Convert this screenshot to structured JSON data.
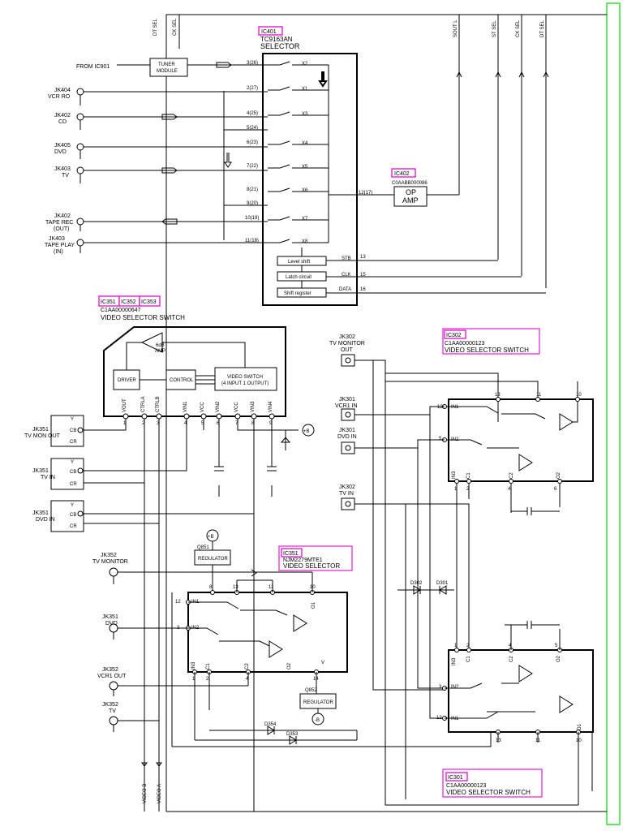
{
  "colors": {
    "ic_label_border": "#e020d0",
    "right_border": "#33dd33",
    "wire": "#000000"
  },
  "top_signals": [
    "DT SEL",
    "CK SEL",
    "SOUT L",
    "ST SEL",
    "CK SEL",
    "DT SEL"
  ],
  "ic401": {
    "ref": "IC401",
    "part": "TC9163AN",
    "name": "SELECTOR"
  },
  "ic402": {
    "ref": "IC402",
    "part": "C0AABB000086",
    "amp_line1": "OP",
    "amp_line2": "AMP"
  },
  "tuner": {
    "line1": "TUNER",
    "line2": "MODULE",
    "from": "FROM IC901"
  },
  "top_jacks": [
    {
      "ref": "JK404",
      "name": "VCR RO"
    },
    {
      "ref": "JK402",
      "name": "CD"
    },
    {
      "ref": "JK405",
      "name": "DVD"
    },
    {
      "ref": "JK403",
      "name": "TV"
    },
    {
      "ref": "JK402",
      "name": "TAPE REC",
      "sub": "(OUT)"
    },
    {
      "ref": "JK403",
      "name": "TAPE PLAY",
      "sub": "(IN)"
    }
  ],
  "ic401_pins": [
    "3(26)",
    "2(27)",
    "4(25)",
    "5(24)",
    "6(23)",
    "7(22)",
    "8(21)",
    "9(20)",
    "10(19)",
    "11(18)"
  ],
  "ic401_switches": [
    "X2",
    "X1",
    "X3",
    "X4",
    "X5",
    "X6",
    "X7",
    "X8"
  ],
  "ic401_out_pin": "12(17)",
  "ic401_blocks": [
    "Level shift",
    "Latch circuit",
    "Shift register"
  ],
  "ic401_ctrl": [
    {
      "name": "STB",
      "pin": "13"
    },
    {
      "name": "CLK",
      "pin": "15"
    },
    {
      "name": "DATA",
      "pin": "16"
    }
  ],
  "ic35x": {
    "refs": [
      "IC351",
      "IC352",
      "IC353"
    ],
    "part": "C1AA00000647",
    "name": "VIDEO SELECTOR SWITCH"
  },
  "ic35x_blocks": {
    "driver": "DRIVER",
    "control": "CONTROL",
    "amp1": "6dB",
    "amp2": "AMP",
    "sw1": "VIDEO SWITCH",
    "sw2": "(4 INPUT 1 OUTPUT)"
  },
  "ic35x_pin_names": [
    "VOUT",
    "CTRLA",
    "CTRLB",
    "VIN1",
    "VCC",
    "VIN2",
    "VCC",
    "VIN3",
    "VIN4"
  ],
  "ic35x_pin_nums": [
    "1",
    "2",
    "3",
    "4",
    "5",
    "6",
    "7",
    "8",
    "9"
  ],
  "plus_b": "+B",
  "minus_b": "-B",
  "left_jacks": [
    {
      "ref": "JK351",
      "name": "TV MON OUT"
    },
    {
      "ref": "JK351",
      "name": "TV IN"
    },
    {
      "ref": "JK351",
      "name": "DVD IN"
    }
  ],
  "ycbcr": [
    "Y",
    "CB",
    "CR"
  ],
  "ic302": {
    "ref": "IC302",
    "part": "C1AA00000123",
    "name": "VIDEO SELECTOR SWITCH"
  },
  "ic301": {
    "ref": "IC301",
    "part": "C1AA00000123",
    "name": "VIDEO SELECTOR SWITCH"
  },
  "ic351b": {
    "ref": "IC351",
    "part": "NJM2279MTE1",
    "name": "VIDEO SELECTOR"
  },
  "right_jacks": [
    {
      "ref": "JK302",
      "name": "TV MONITOR",
      "sub": "OUT"
    },
    {
      "ref": "JK301",
      "name": "VCR1 IN"
    },
    {
      "ref": "JK301",
      "name": "DVD IN"
    },
    {
      "ref": "JK302",
      "name": "TV IN"
    }
  ],
  "bottom_jacks": [
    {
      "ref": "JK352",
      "name": "TV MONITOR"
    },
    {
      "ref": "JK351",
      "name": "DVD"
    },
    {
      "ref": "JK352",
      "name": "VCR1 OUT"
    },
    {
      "ref": "JK352",
      "name": "TV"
    }
  ],
  "regulators": [
    {
      "ref": "Q851",
      "name": "REGULATOR"
    },
    {
      "ref": "Q852",
      "name": "REGULATOR"
    }
  ],
  "diodes": [
    "D302",
    "D301",
    "D354",
    "D353"
  ],
  "selector_pins": {
    "in1": "IN1",
    "in2": "IN2",
    "in3": "IN3",
    "c1": "C1",
    "c2": "C2",
    "o1": "O1",
    "o2": "O2",
    "v": "V"
  },
  "sel302_pins": [
    "13",
    "11",
    "10",
    "12",
    "5",
    "1",
    "2",
    "4",
    "6"
  ],
  "sel351_pins": [
    "8",
    "13",
    "11",
    "10",
    "12",
    "3",
    "1",
    "2",
    "4",
    "14"
  ],
  "sel301_pins": [
    "1",
    "2",
    "4",
    "5",
    "3",
    "12",
    "13",
    "11",
    "10"
  ],
  "bottom_signals": [
    "VIDEO B",
    "VIDEO A"
  ]
}
